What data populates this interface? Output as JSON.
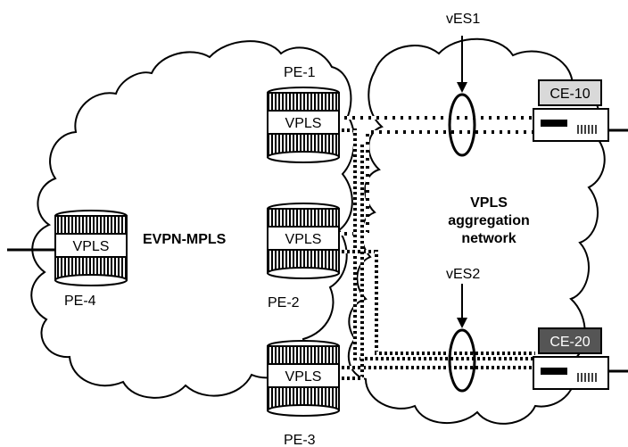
{
  "clouds": {
    "evpn_label": "EVPN-MPLS",
    "vpls_label_line1": "VPLS",
    "vpls_label_line2": "aggregation",
    "vpls_label_line3": "network"
  },
  "routers": [
    {
      "id": "pe1",
      "name": "PE-1",
      "service": "VPLS"
    },
    {
      "id": "pe2",
      "name": "PE-2",
      "service": "VPLS"
    },
    {
      "id": "pe3",
      "name": "PE-3",
      "service": "VPLS"
    },
    {
      "id": "pe4",
      "name": "PE-4",
      "service": "VPLS"
    }
  ],
  "ces": [
    {
      "id": "ce10",
      "name": "CE-10",
      "label_bg": "#d9d9d9",
      "label_fg": "#000000"
    },
    {
      "id": "ce20",
      "name": "CE-20",
      "label_bg": "#555555",
      "label_fg": "#ffffff"
    }
  ],
  "ethernet_segments": [
    {
      "id": "ves1",
      "name": "vES1"
    },
    {
      "id": "ves2",
      "name": "vES2"
    }
  ],
  "colors": {
    "line": "#000000",
    "router_band": "#3a3a3a",
    "router_body": "#ffffff"
  }
}
